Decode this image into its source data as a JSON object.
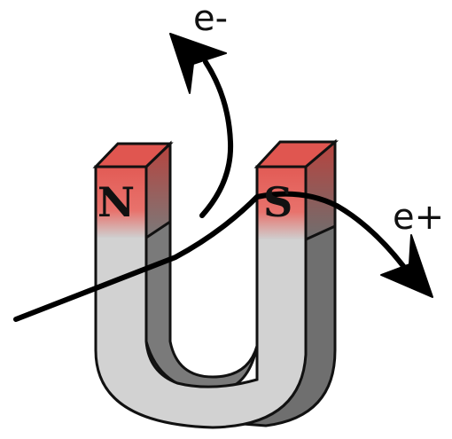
{
  "magnet": {
    "north_label": "N",
    "south_label": "S"
  },
  "particles": {
    "electron_label": "e-",
    "positron_label": "e+"
  },
  "colors": {
    "pole_red": "#e8655f",
    "body_light": "#cfcfcf",
    "body_dark": "#7a7a7a",
    "outline": "#111111",
    "track": "#000000"
  }
}
